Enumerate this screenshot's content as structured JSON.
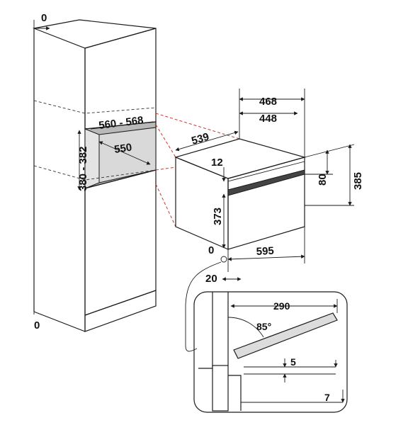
{
  "diagram": {
    "cabinet_labels": {
      "top_offset": "0",
      "bottom_offset": "0",
      "niche_width": "560 - 568",
      "niche_depth": "550",
      "niche_height": "380 - 382"
    },
    "oven_labels": {
      "total_depth": "539",
      "outer_width": "468",
      "inner_width": "448",
      "panel_height": "80",
      "total_height": "385",
      "top_gap": "12",
      "body_height": "373",
      "front_width": "595",
      "side_offset": "0",
      "bottom_depth": "20"
    },
    "detail_labels": {
      "door_length": "290",
      "door_angle": "85°",
      "gap_small": "5",
      "gap_bottom": "7"
    }
  }
}
